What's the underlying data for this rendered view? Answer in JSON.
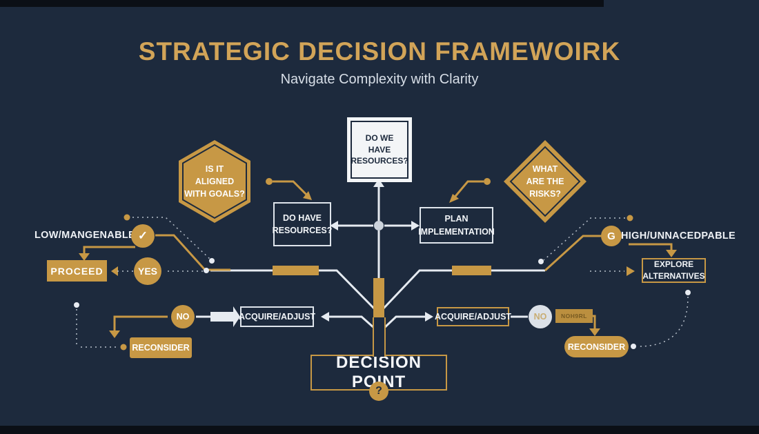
{
  "colors": {
    "background": "#1d2a3d",
    "gold": "#c79845",
    "title_gold": "#d2a458",
    "light": "#e9edf3"
  },
  "header": {
    "title": "STRATEGIC DECISION FRAMEWOIRK",
    "subtitle": "Navigate Complexity with Clarity"
  },
  "nodes": {
    "resources_question": {
      "lines": [
        "DO WE",
        "HAVE",
        "RESOURCES?"
      ]
    },
    "goals_hexagon": {
      "lines": [
        "IS IT",
        "ALIGNED",
        "WITH GOALS?"
      ]
    },
    "risks_diamond": {
      "lines": [
        "WHAT",
        "ARE THE",
        "RISKS?"
      ]
    },
    "have_resources_box": {
      "lines": [
        "DO HAVE",
        "RESOURCES?"
      ]
    },
    "plan_box": {
      "lines": [
        "PLAN",
        "IMPLEMENTATION"
      ]
    },
    "explore_box": {
      "lines": [
        "EXPLORE",
        "ALTERNATIVES"
      ]
    },
    "acquire_left": {
      "label": "ACQUIRE/ADJUST"
    },
    "acquire_right": {
      "label": "ACQUIRE/ADJUST"
    },
    "proceed": {
      "label": "PROCEED"
    },
    "reconsider_left": {
      "label": "RECONSIDER"
    },
    "reconsider_right": {
      "label": "RECONSIDER"
    },
    "decision_point": {
      "label": "DECISION POINT"
    },
    "yes": {
      "label": "YES"
    },
    "no_left": {
      "label": "NO"
    },
    "no_right": {
      "label": "NO"
    },
    "no_badge": {
      "label": "NOH9RL"
    },
    "low_label": "LOW/MANGENABLE",
    "high_label": "HIGH/UNNACEDPABLE"
  },
  "icons": {
    "check": "✓",
    "cycle": "G",
    "question": "?"
  }
}
